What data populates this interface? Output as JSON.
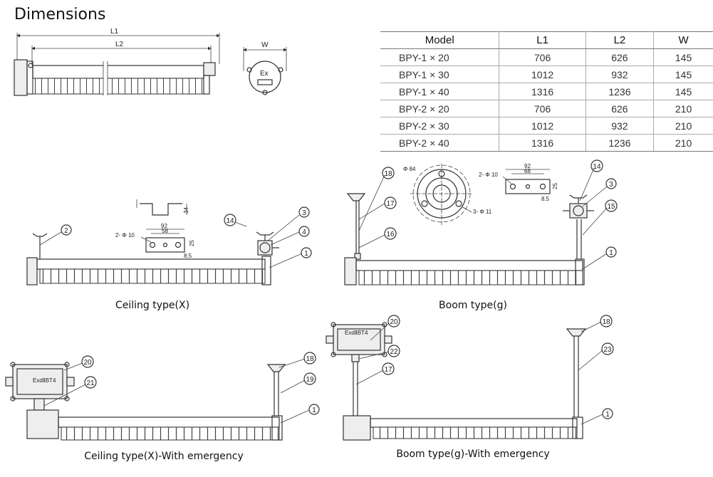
{
  "title": "Dimensions",
  "top_view": {
    "dim_l1": "L1",
    "dim_l2": "L2",
    "dim_w": "W",
    "ex_mark": "Ex"
  },
  "table": {
    "headers": [
      "Model",
      "L1",
      "L2",
      "W"
    ],
    "rows": [
      [
        "BPY-1 × 20",
        "706",
        "626",
        "145"
      ],
      [
        "BPY-1 × 30",
        "1012",
        "932",
        "145"
      ],
      [
        "BPY-1 × 40",
        "1316",
        "1236",
        "145"
      ],
      [
        "BPY-2 × 20",
        "706",
        "626",
        "210"
      ],
      [
        "BPY-2 × 30",
        "1012",
        "932",
        "210"
      ],
      [
        "BPY-2 × 40",
        "1316",
        "1236",
        "210"
      ]
    ]
  },
  "bracket": {
    "dim_34": "34",
    "dim_92": "92",
    "dim_58": "58",
    "dim_25": "25",
    "holes": "2- Φ 10",
    "slot": "8.5"
  },
  "flange": {
    "dia": "Φ 84",
    "holes": "3- Φ 11",
    "bracket_92": "92",
    "bracket_68": "68",
    "bracket_25": "25",
    "bracket_holes": "2- Φ 10",
    "bracket_slot": "8.5"
  },
  "captions": {
    "ceiling": "Ceiling type(X)",
    "boom": "Boom type(g)",
    "ceiling_em": "Ceiling type(X)-With emergency",
    "boom_em": "Boom type(g)-With emergency"
  },
  "box_labels": {
    "left": "ExdⅡBT4",
    "right": "ExdⅡBT4"
  },
  "callouts": {
    "c_1": "1",
    "c_2": "2",
    "c_3": "3",
    "c_4": "4",
    "c_14": "14",
    "c_15": "15",
    "c_16": "16",
    "c_17": "17",
    "c_18": "18",
    "c_19": "19",
    "c_20": "20",
    "c_21": "21",
    "c_22": "22",
    "c_23": "23"
  }
}
